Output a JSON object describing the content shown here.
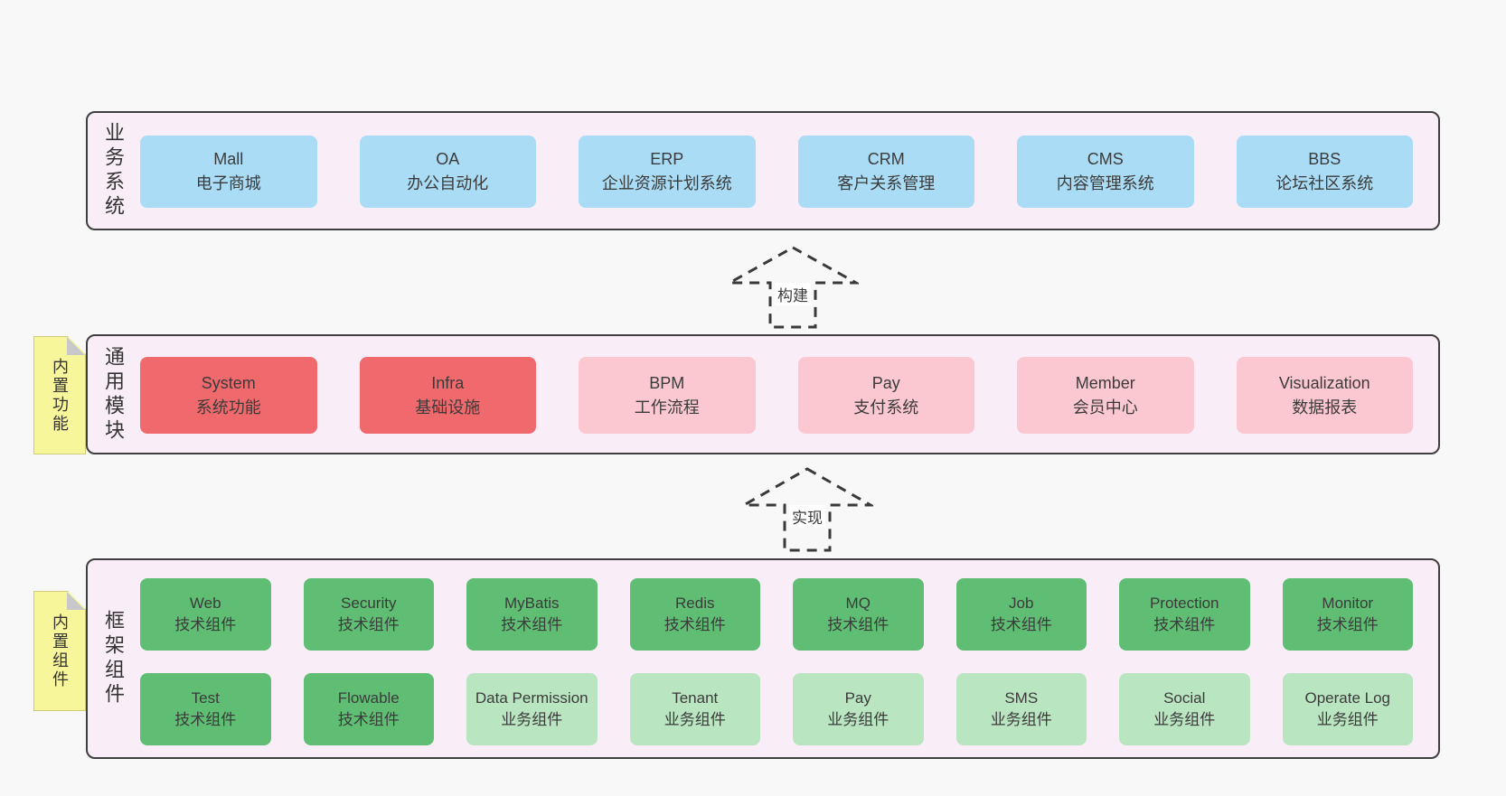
{
  "colors": {
    "page_bg": "#f8f8f8",
    "container_bg": "#f9eef7",
    "container_border": "#3f3f3f",
    "box_blue": "#aadcf5",
    "box_red": "#f0696c",
    "box_pink": "#fbc8d1",
    "box_green_dark": "#5fbe73",
    "box_green_light": "#bae5c1",
    "sticky_yellow": "#f8f69a",
    "sticky_fold": "#c8c8ca",
    "text": "#3b3b3b",
    "arrow_dash": "#3a3a3a"
  },
  "business_layer": {
    "label": "业务系统",
    "boxes": [
      {
        "name": "Mall",
        "desc": "电子商城",
        "variant": "blue"
      },
      {
        "name": "OA",
        "desc": "办公自动化",
        "variant": "blue"
      },
      {
        "name": "ERP",
        "desc": "企业资源计划系统",
        "variant": "blue"
      },
      {
        "name": "CRM",
        "desc": "客户关系管理",
        "variant": "blue"
      },
      {
        "name": "CMS",
        "desc": "内容管理系统",
        "variant": "blue"
      },
      {
        "name": "BBS",
        "desc": "论坛社区系统",
        "variant": "blue"
      }
    ]
  },
  "build_arrow": {
    "label": "构建"
  },
  "module_layer": {
    "label": "通用模块",
    "note": "内置功能",
    "boxes": [
      {
        "name": "System",
        "desc": "系统功能",
        "variant": "red"
      },
      {
        "name": "Infra",
        "desc": "基础设施",
        "variant": "red"
      },
      {
        "name": "BPM",
        "desc": "工作流程",
        "variant": "pink"
      },
      {
        "name": "Pay",
        "desc": "支付系统",
        "variant": "pink"
      },
      {
        "name": "Member",
        "desc": "会员中心",
        "variant": "pink"
      },
      {
        "name": "Visualization",
        "desc": "数据报表",
        "variant": "pink"
      }
    ]
  },
  "implement_arrow": {
    "label": "实现"
  },
  "component_layer": {
    "label": "框架组件",
    "note": "内置组件",
    "row1": [
      {
        "name": "Web",
        "desc": "技术组件",
        "variant": "green-dark"
      },
      {
        "name": "Security",
        "desc": "技术组件",
        "variant": "green-dark"
      },
      {
        "name": "MyBatis",
        "desc": "技术组件",
        "variant": "green-dark"
      },
      {
        "name": "Redis",
        "desc": "技术组件",
        "variant": "green-dark"
      },
      {
        "name": "MQ",
        "desc": "技术组件",
        "variant": "green-dark"
      },
      {
        "name": "Job",
        "desc": "技术组件",
        "variant": "green-dark"
      },
      {
        "name": "Protection",
        "desc": "技术组件",
        "variant": "green-dark"
      },
      {
        "name": "Monitor",
        "desc": "技术组件",
        "variant": "green-dark"
      }
    ],
    "row2": [
      {
        "name": "Test",
        "desc": "技术组件",
        "variant": "green-dark"
      },
      {
        "name": "Flowable",
        "desc": "技术组件",
        "variant": "green-dark"
      },
      {
        "name": "Data Permission",
        "desc": "业务组件",
        "variant": "green-light"
      },
      {
        "name": "Tenant",
        "desc": "业务组件",
        "variant": "green-light"
      },
      {
        "name": "Pay",
        "desc": "业务组件",
        "variant": "green-light"
      },
      {
        "name": "SMS",
        "desc": "业务组件",
        "variant": "green-light"
      },
      {
        "name": "Social",
        "desc": "业务组件",
        "variant": "green-light"
      },
      {
        "name": "Operate Log",
        "desc": "业务组件",
        "variant": "green-light"
      }
    ]
  }
}
